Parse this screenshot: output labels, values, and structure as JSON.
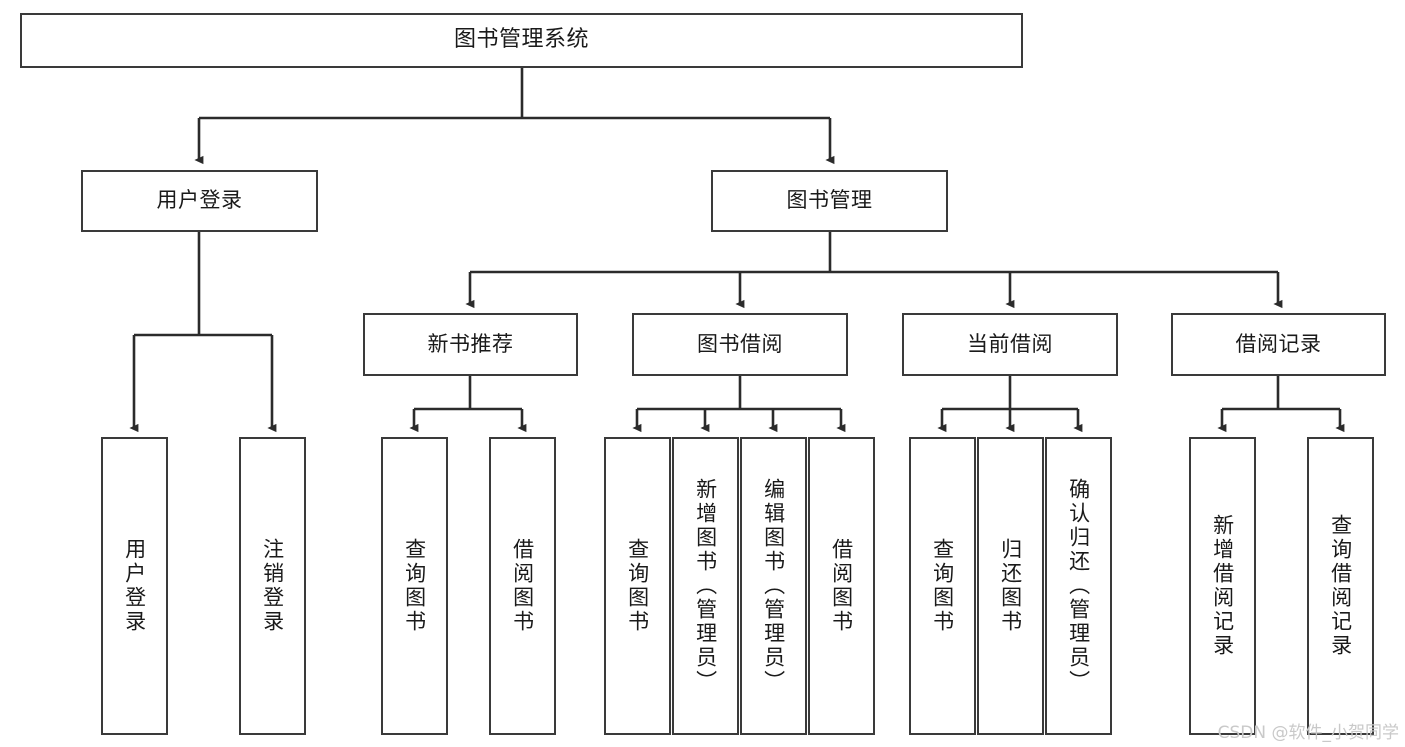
{
  "diagram": {
    "title": "图书管理系统",
    "type": "tree-hierarchy-diagram",
    "stroke_color": "#3a3a3a",
    "fill_color": "#ffffff",
    "text_color": "#1a1a1a"
  },
  "nodes": {
    "root": {
      "label": "图书管理系统"
    },
    "level1": [
      {
        "label": "用户登录"
      },
      {
        "label": "图书管理"
      }
    ],
    "level2": [
      {
        "label": "新书推荐"
      },
      {
        "label": "图书借阅"
      },
      {
        "label": "当前借阅"
      },
      {
        "label": "借阅记录"
      }
    ],
    "leaves": {
      "user_login": [
        {
          "label": "用户登录"
        },
        {
          "label": "注销登录"
        }
      ],
      "new_book": [
        {
          "label": "查询图书"
        },
        {
          "label": "借阅图书"
        }
      ],
      "book_borrow": [
        {
          "label": "查询图书"
        },
        {
          "label": "新增图书（管理员）"
        },
        {
          "label": "编辑图书（管理员）"
        },
        {
          "label": "借阅图书"
        }
      ],
      "current_borrow": [
        {
          "label": "查询图书"
        },
        {
          "label": "归还图书"
        },
        {
          "label": "确认归还（管理员）"
        }
      ],
      "borrow_record": [
        {
          "label": "新增借阅记录"
        },
        {
          "label": "查询借阅记录"
        }
      ]
    }
  },
  "watermark": {
    "text": "CSDN @软件_小贺同学"
  }
}
